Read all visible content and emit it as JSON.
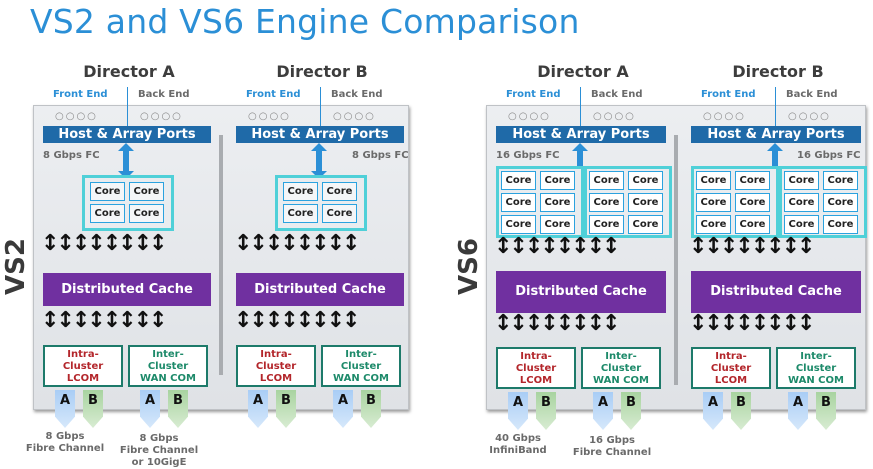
{
  "title": "VS2 and VS6 Engine Comparison",
  "common": {
    "front_end": "Front End",
    "back_end": "Back End",
    "host_ports": "Host & Array Ports",
    "core": "Core",
    "cache": "Distributed Cache",
    "port_dots": "○○○○",
    "arrows": "↕↕↕↕↕↕↕↕",
    "intra": [
      "Intra-",
      "Cluster",
      "LCOM"
    ],
    "inter": [
      "Inter-",
      "Cluster",
      "WAN COM"
    ],
    "port_a": "A",
    "port_b": "B"
  },
  "vs2": {
    "label": "VS2",
    "director_a": "Director A",
    "director_b": "Director B",
    "fc_a": "8 Gbps FC",
    "fc_b": "8 Gbps FC",
    "note_intra": [
      "8 Gbps",
      "Fibre Channel"
    ],
    "note_inter": [
      "8 Gbps",
      "Fibre Channel",
      "or 10GigE"
    ]
  },
  "vs6": {
    "label": "VS6",
    "director_a": "Director A",
    "director_b": "Director B",
    "fc_a": "16 Gbps FC",
    "fc_b": "16 Gbps FC",
    "note_intra": [
      "40 Gbps",
      "InfiniBand"
    ],
    "note_inter": [
      "16 Gbps",
      "Fibre Channel"
    ]
  }
}
